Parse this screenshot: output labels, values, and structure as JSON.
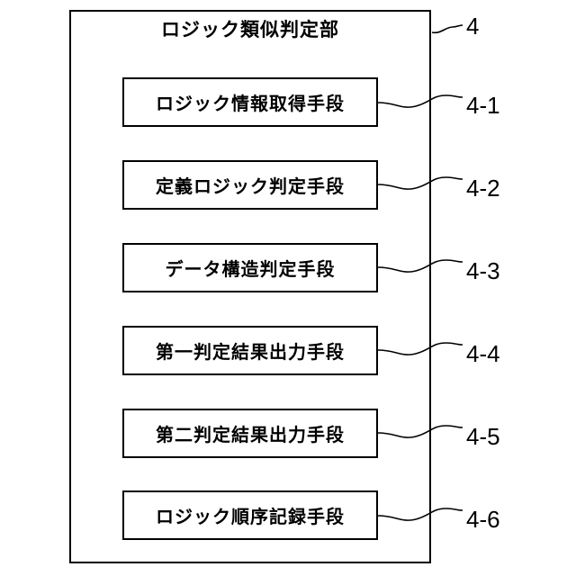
{
  "diagram": {
    "outer": {
      "title": "ロジック類似判定部",
      "ref": "4"
    },
    "modules": [
      {
        "label": "ロジック情報取得手段",
        "ref": "4-1"
      },
      {
        "label": "定義ロジック判定手段",
        "ref": "4-2"
      },
      {
        "label": "データ構造判定手段",
        "ref": "4-3"
      },
      {
        "label": "第一判定結果出力手段",
        "ref": "4-4"
      },
      {
        "label": "第二判定結果出力手段",
        "ref": "4-5"
      },
      {
        "label": "ロジック順序記録手段",
        "ref": "4-6"
      }
    ]
  }
}
